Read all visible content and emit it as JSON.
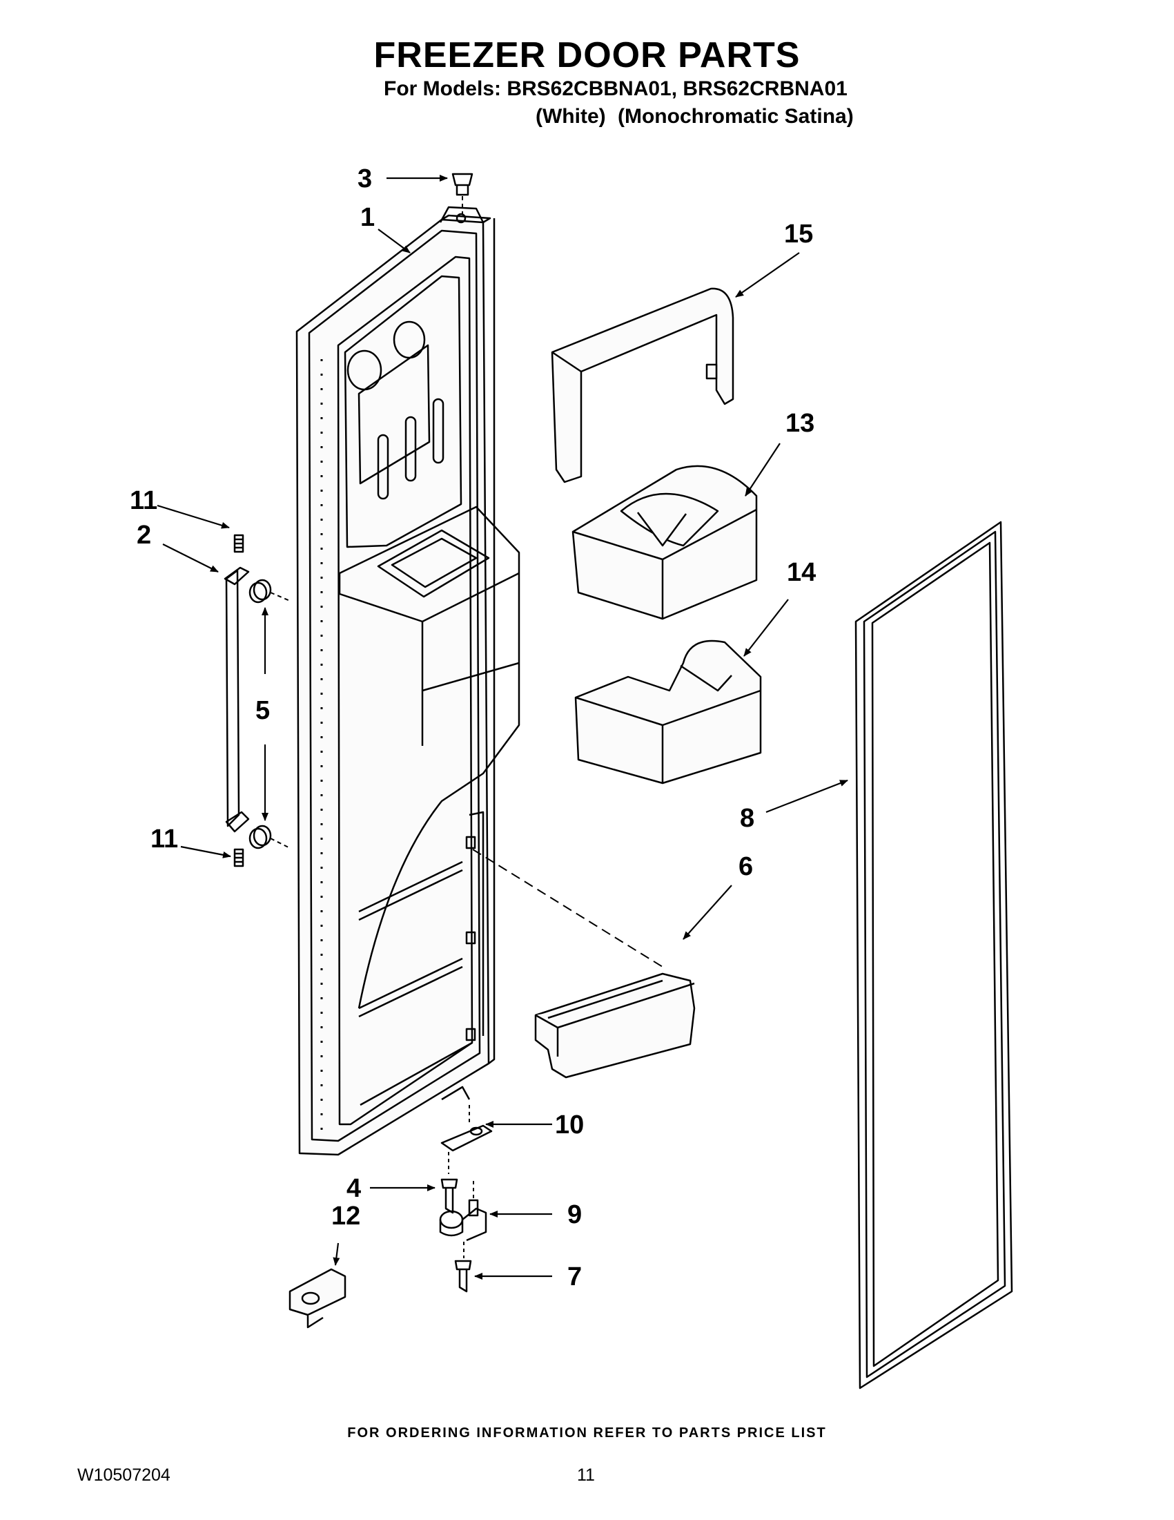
{
  "header": {
    "title": "FREEZER DOOR PARTS",
    "models_line": "For Models: BRS62CBBNA01, BRS62CRBNA01",
    "variants": [
      "(White)",
      "(Monochromatic Satina)"
    ]
  },
  "callouts": {
    "c1": "1",
    "c2": "2",
    "c3": "3",
    "c4": "4",
    "c5": "5",
    "c6": "6",
    "c7": "7",
    "c8": "8",
    "c9": "9",
    "c10": "10",
    "c11a": "11",
    "c11b": "11",
    "c12": "12",
    "c13": "13",
    "c14": "14",
    "c15": "15"
  },
  "footer": {
    "note": "FOR ORDERING INFORMATION REFER TO PARTS PRICE LIST",
    "doc_number": "W10507204",
    "page_number": "11"
  }
}
